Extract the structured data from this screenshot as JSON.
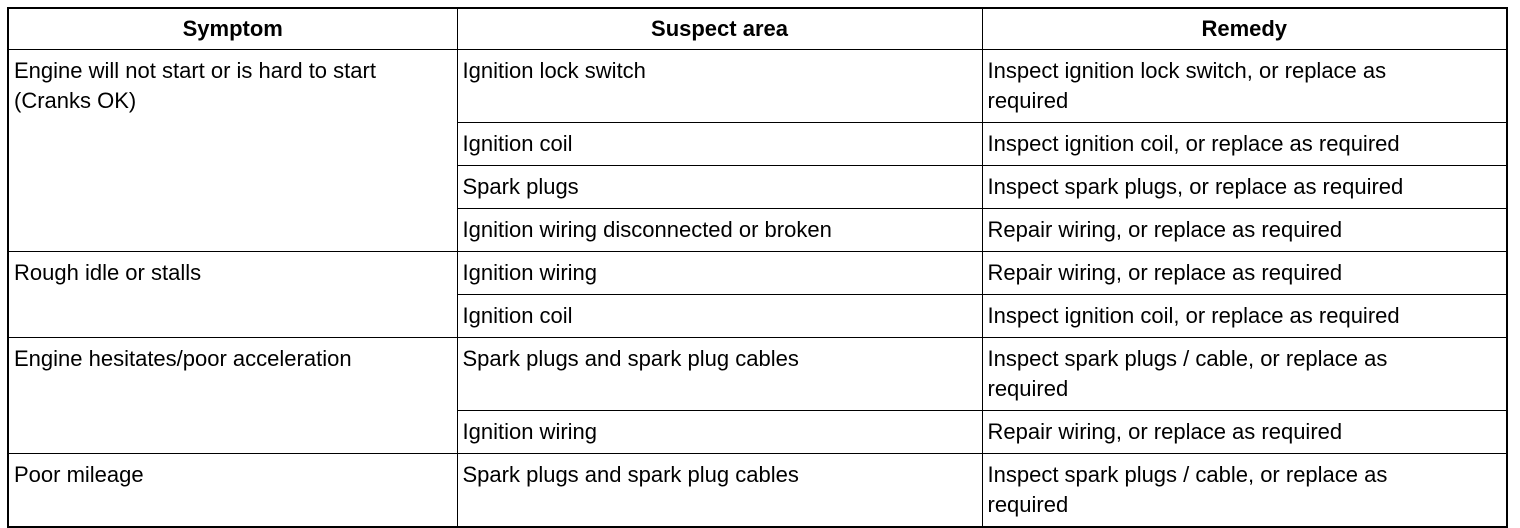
{
  "table": {
    "headers": [
      "Symptom",
      "Suspect area",
      "Remedy"
    ],
    "groups": [
      {
        "symptom": [
          "Engine will not start or is hard to start",
          "(Cranks OK)"
        ],
        "rows": [
          {
            "area": "Ignition lock switch",
            "remedy": [
              "Inspect ignition lock switch, or replace as",
              "required"
            ]
          },
          {
            "area": "Ignition coil",
            "remedy": [
              "Inspect ignition coil, or replace as required"
            ]
          },
          {
            "area": "Spark plugs",
            "remedy": [
              "Inspect spark plugs, or replace as required"
            ]
          },
          {
            "area": "Ignition wiring disconnected or broken",
            "remedy": [
              "Repair wiring, or replace as required"
            ]
          }
        ]
      },
      {
        "symptom": [
          "Rough idle or stalls"
        ],
        "rows": [
          {
            "area": "Ignition wiring",
            "remedy": [
              "Repair wiring, or replace as required"
            ]
          },
          {
            "area": "Ignition coil",
            "remedy": [
              "Inspect ignition coil, or replace as required"
            ]
          }
        ]
      },
      {
        "symptom": [
          "Engine hesitates/poor acceleration"
        ],
        "rows": [
          {
            "area": "Spark plugs and spark plug cables",
            "remedy": [
              "Inspect spark plugs / cable, or replace as",
              "required"
            ]
          },
          {
            "area": "Ignition wiring",
            "remedy": [
              "Repair wiring, or replace as required"
            ]
          }
        ]
      },
      {
        "symptom": [
          "Poor mileage"
        ],
        "rows": [
          {
            "area": "Spark plugs and spark plug cables",
            "remedy": [
              "Inspect spark plugs / cable, or replace as",
              "required"
            ]
          }
        ]
      }
    ]
  }
}
